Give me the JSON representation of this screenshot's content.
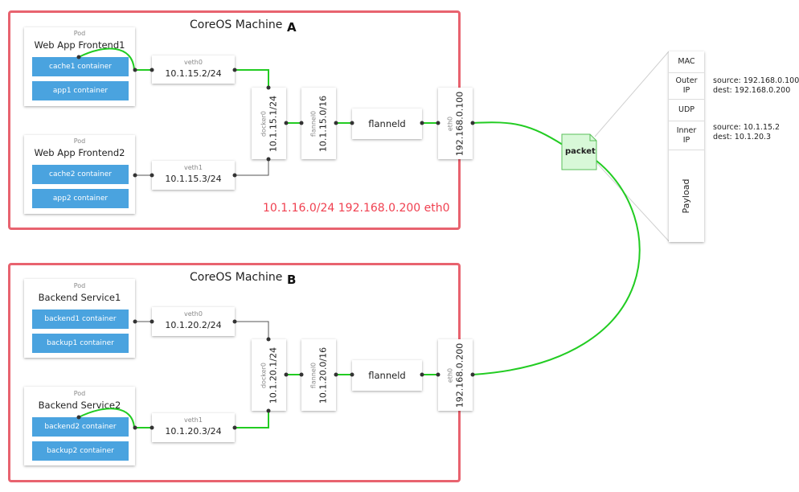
{
  "machineA": {
    "title": "CoreOS Machine",
    "letter": "A",
    "pod1": {
      "label": "Pod",
      "name": "Web App Frontend1",
      "containers": [
        "cache1 container",
        "app1 container"
      ]
    },
    "pod2": {
      "label": "Pod",
      "name": "Web App Frontend2",
      "containers": [
        "cache2 container",
        "app2 container"
      ]
    },
    "veth0": {
      "label": "veth0",
      "ip": "10.1.15.2/24"
    },
    "veth1": {
      "label": "veth1",
      "ip": "10.1.15.3/24"
    },
    "docker0": {
      "label": "docker0",
      "ip": "10.1.15.1/24"
    },
    "flannel0": {
      "label": "flannel0",
      "ip": "10.1.15.0/16"
    },
    "flanneld": "flanneld",
    "eth0": {
      "label": "eth0",
      "ip": "192.168.0.100"
    },
    "note": "10.1.16.0/24   192.168.0.200 eth0"
  },
  "machineB": {
    "title": "CoreOS Machine",
    "letter": "B",
    "pod1": {
      "label": "Pod",
      "name": "Backend Service1",
      "containers": [
        "backend1 container",
        "backup1 container"
      ]
    },
    "pod2": {
      "label": "Pod",
      "name": "Backend Service2",
      "containers": [
        "backend2 container",
        "backup2 container"
      ]
    },
    "veth0": {
      "label": "veth0",
      "ip": "10.1.20.2/24"
    },
    "veth1": {
      "label": "veth1",
      "ip": "10.1.20.3/24"
    },
    "docker0": {
      "label": "docker0",
      "ip": "10.1.20.1/24"
    },
    "flannel0": {
      "label": "flannel0",
      "ip": "10.1.20.0/16"
    },
    "flanneld": "flanneld",
    "eth0": {
      "label": "eth0",
      "ip": "192.168.0.200"
    }
  },
  "packet": {
    "tag": "packet",
    "fields": {
      "mac": "MAC",
      "outer_ip": "Outer IP",
      "udp": "UDP",
      "inner_ip": "Inner IP",
      "payload": "Payload"
    },
    "outer_source": "source: 192.168.0.100",
    "outer_dest": "dest: 192.168.0.200",
    "inner_source": "source: 10.1.15.2",
    "inner_dest": "dest: 10.1.20.3"
  },
  "colors": {
    "machine_border": "#e8636f",
    "container_fill": "#4aa3df",
    "link_green": "#22cc22",
    "packet_fill": "#d8f8d8",
    "note_red": "#f04050"
  },
  "icons": {
    "packet": "document-icon"
  }
}
